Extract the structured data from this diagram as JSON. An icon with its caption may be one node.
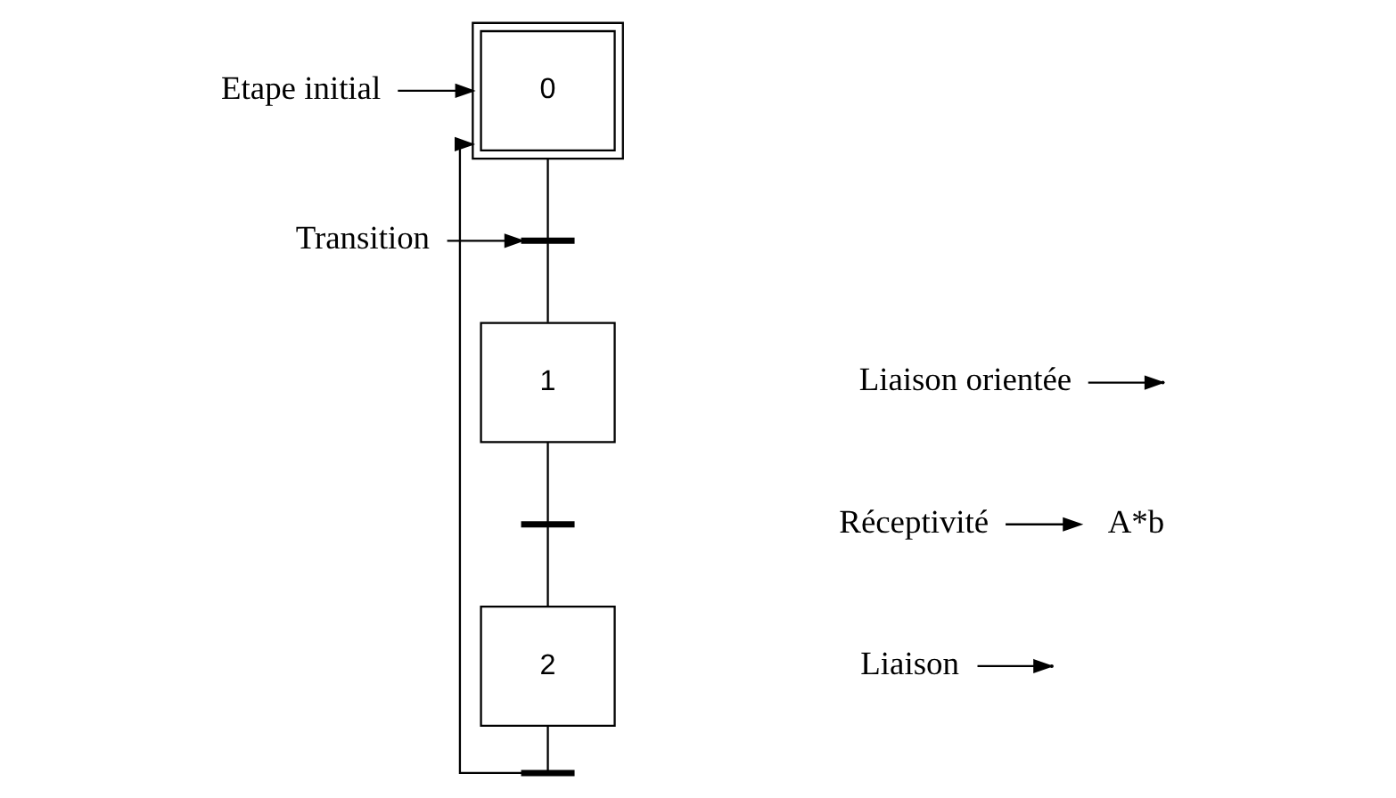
{
  "diagram": {
    "nodes": [
      {
        "text": [
          "0"
        ]
      },
      {
        "text": [
          "Etape initial"
        ]
      },
      {
        "text": [],
        "shape": "bar"
      },
      {
        "text": [
          "Transition"
        ]
      },
      {
        "text": [
          "Liaison orientée"
        ]
      },
      {
        "text": [
          "1"
        ]
      },
      {
        "text": [
          "A*b"
        ]
      },
      {
        "text": [
          "Réceptivité"
        ]
      },
      {
        "text": [],
        "shape": "bar"
      },
      {
        "text": [
          "2"
        ]
      },
      {
        "text": [
          "Liaison"
        ]
      },
      {
        "text": [],
        "shape": "bar"
      }
    ],
    "edges": [
      {
        "from": 0,
        "to": 2,
        "arrow": "none"
      },
      {
        "from": 2,
        "to": 5,
        "arrow": "none"
      },
      {
        "from": 5,
        "to": 8,
        "arrow": "none"
      },
      {
        "from": 8,
        "to": 9,
        "arrow": "none"
      },
      {
        "from": 9,
        "to": 11,
        "arrow": "none"
      },
      {
        "from": 11,
        "to": 0,
        "arrow": "to"
      },
      {
        "from": 1,
        "to": 0,
        "arrow": "to"
      },
      {
        "from": 3,
        "to": 2,
        "arrow": "to"
      },
      {
        "from": 4,
        "to": null,
        "arrow": "to"
      },
      {
        "from": 7,
        "to": 6,
        "arrow": "to"
      },
      {
        "from": 10,
        "to": null,
        "arrow": "to"
      }
    ]
  }
}
